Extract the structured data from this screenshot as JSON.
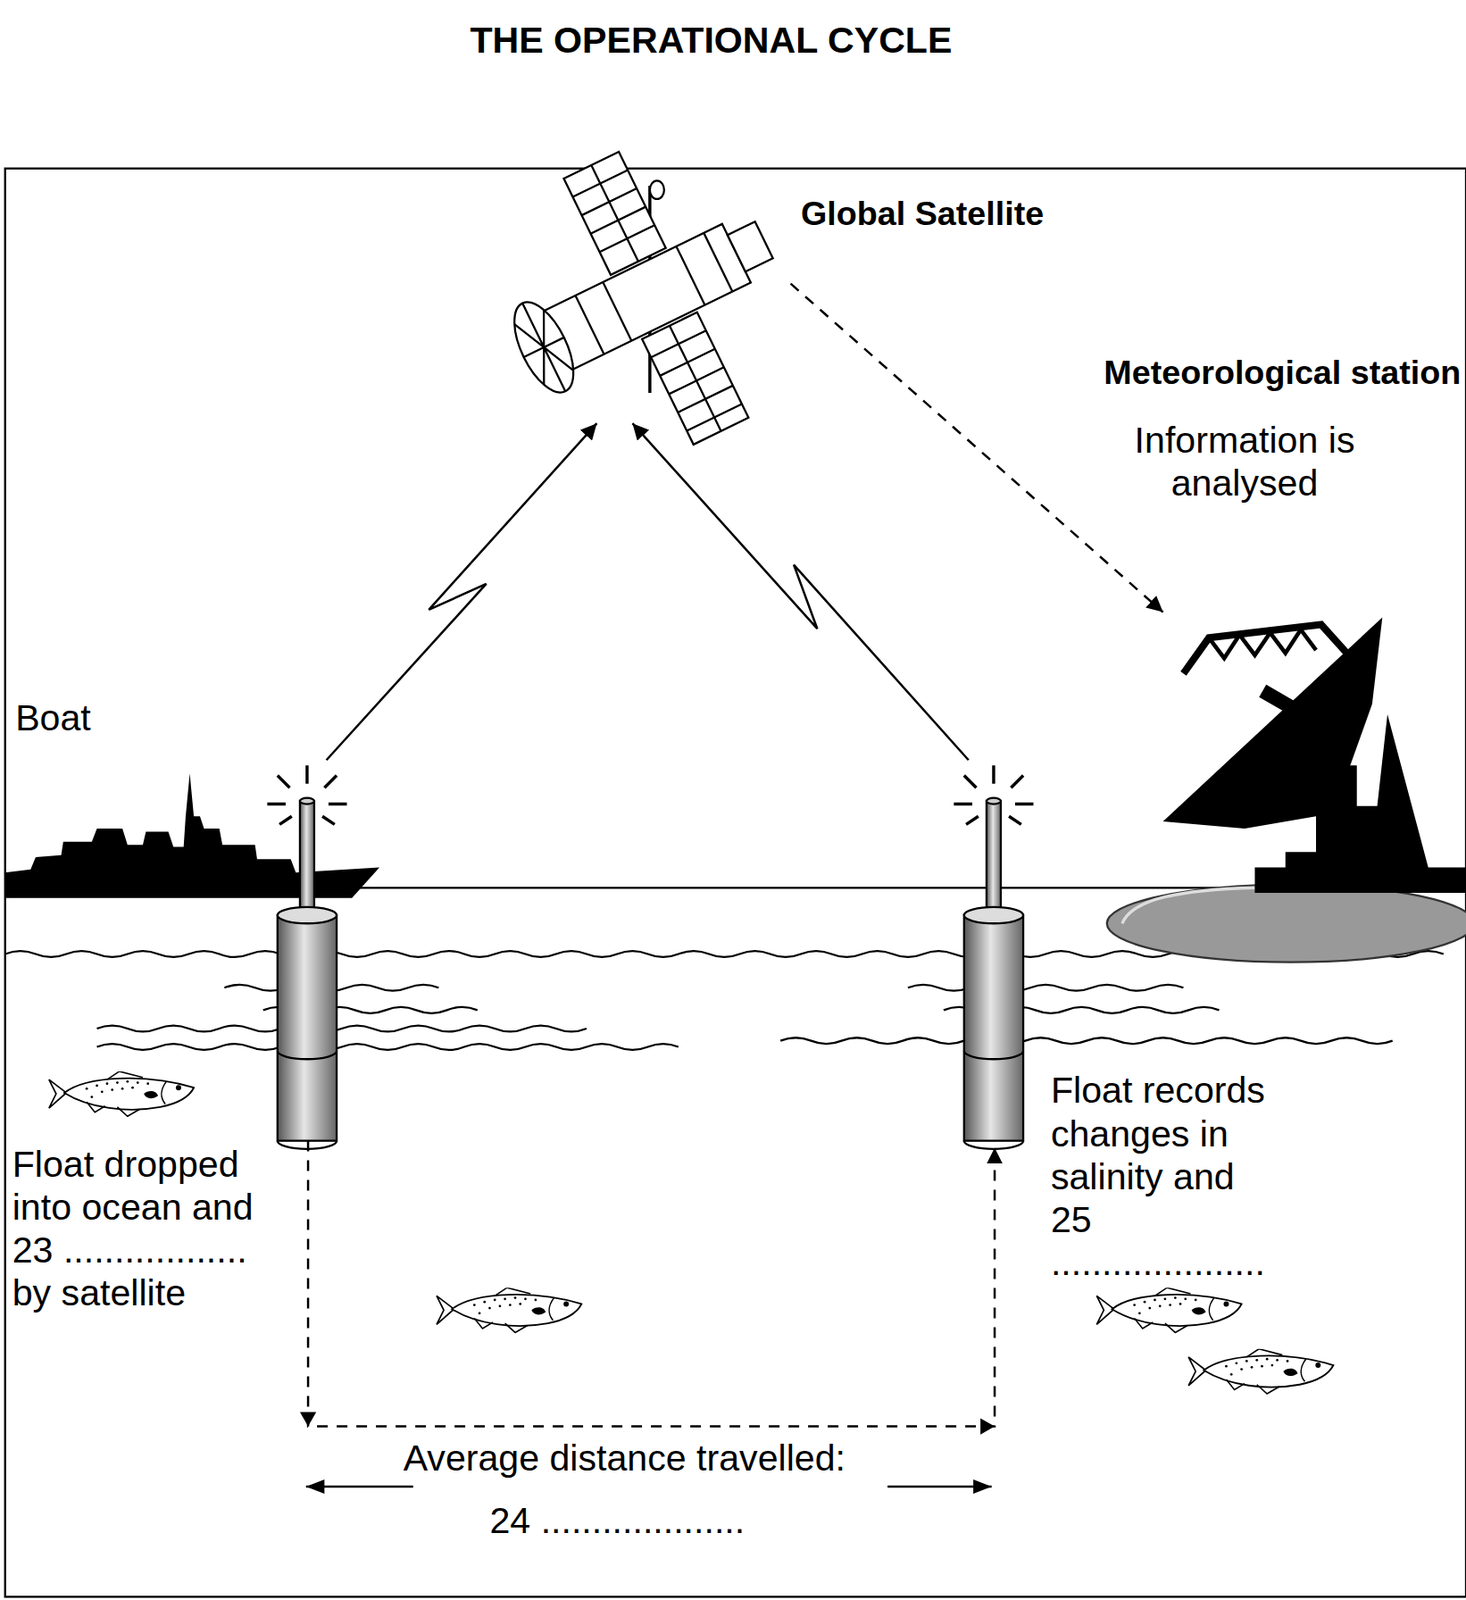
{
  "diagram": {
    "title": "THE OPERATIONAL CYCLE",
    "nodes": [
      {
        "text": [
          "Global Satellite"
        ]
      },
      {
        "text": [
          "Meteorological station",
          "Information is analysed"
        ]
      },
      {
        "text": [
          "Float dropped into ocean and 23 .................. by satellite"
        ]
      },
      {
        "text": [
          "Float records changes in salinity and 25 ....................."
        ]
      }
    ],
    "edges": [
      {
        "from": 2,
        "to": 0,
        "arrow": "to"
      },
      {
        "from": 3,
        "to": 0,
        "arrow": "to"
      },
      {
        "from": 0,
        "to": 1,
        "arrow": "to"
      },
      {
        "from": 2,
        "to": 3,
        "arrow": "to"
      }
    ],
    "labels": [
      "Boat",
      "Average distance travelled:",
      "24 ...................."
    ]
  }
}
